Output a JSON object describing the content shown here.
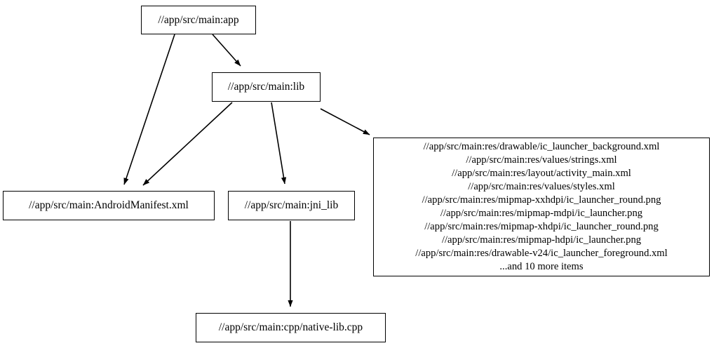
{
  "graph": {
    "type": "directed-dependency-graph",
    "background_color": "#ffffff",
    "node_border_color": "#000000",
    "edge_color": "#000000",
    "text_color": "#000000",
    "nodes": [
      {
        "id": "app",
        "label": "//app/src/main:app"
      },
      {
        "id": "lib",
        "label": "//app/src/main:lib"
      },
      {
        "id": "manifest",
        "label": "//app/src/main:AndroidManifest.xml"
      },
      {
        "id": "jni_lib",
        "label": "//app/src/main:jni_lib"
      },
      {
        "id": "cpp",
        "label": "//app/src/main:cpp/native-lib.cpp"
      },
      {
        "id": "resources",
        "lines": [
          "//app/src/main:res/drawable/ic_launcher_background.xml",
          "//app/src/main:res/values/strings.xml",
          "//app/src/main:res/layout/activity_main.xml",
          "//app/src/main:res/values/styles.xml",
          "//app/src/main:res/mipmap-xxhdpi/ic_launcher_round.png",
          "//app/src/main:res/mipmap-mdpi/ic_launcher.png",
          "//app/src/main:res/mipmap-xhdpi/ic_launcher_round.png",
          "//app/src/main:res/mipmap-hdpi/ic_launcher.png",
          "//app/src/main:res/drawable-v24/ic_launcher_foreground.xml",
          "...and 10 more items"
        ],
        "label": "//app/src/main:res/drawable/ic_launcher_background.xml\n//app/src/main:res/values/strings.xml\n//app/src/main:res/layout/activity_main.xml\n//app/src/main:res/values/styles.xml\n//app/src/main:res/mipmap-xxhdpi/ic_launcher_round.png\n//app/src/main:res/mipmap-mdpi/ic_launcher.png\n//app/src/main:res/mipmap-xhdpi/ic_launcher_round.png\n//app/src/main:res/mipmap-hdpi/ic_launcher.png\n//app/src/main:res/drawable-v24/ic_launcher_foreground.xml\n...and 10 more items"
      }
    ],
    "edges": [
      {
        "from": "app",
        "to": "manifest"
      },
      {
        "from": "app",
        "to": "lib"
      },
      {
        "from": "lib",
        "to": "manifest"
      },
      {
        "from": "lib",
        "to": "jni_lib"
      },
      {
        "from": "lib",
        "to": "resources"
      },
      {
        "from": "jni_lib",
        "to": "cpp"
      }
    ]
  }
}
